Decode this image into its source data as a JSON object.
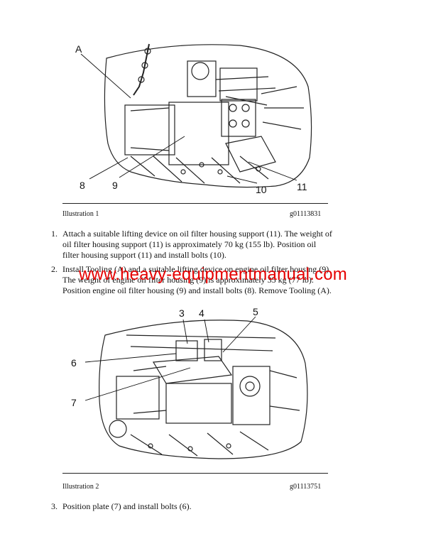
{
  "figure1": {
    "callouts": [
      "A",
      "8",
      "9",
      "10",
      "11"
    ],
    "caption_label": "Illustration 1",
    "caption_id": "g01113831"
  },
  "steps": [
    {
      "num": "1.",
      "text": "Attach a suitable lifting device on oil filter housing support (11). The weight of oil filter housing support (11) is approximately 70 kg (155 lb). Position oil filter housing support (11) and install bolts (10)."
    },
    {
      "num": "2.",
      "text": "Install Tooling (A) and a suitable lifting device on engine oil filter housing (9). The weight of engine oil filter housing (9) is approximately 35 kg (77 lb). Position engine oil filter housing (9) and install bolts (8). Remove Tooling (A)."
    },
    {
      "num": "3.",
      "text": "Position plate (7) and install bolts (6)."
    }
  ],
  "figure2": {
    "callouts": [
      "3",
      "4",
      "5",
      "6",
      "7"
    ],
    "caption_label": "Illustration 2",
    "caption_id": "g01113751"
  },
  "watermark": {
    "text": "www.heavy-equipmentmanual.com",
    "color": "#e60000"
  }
}
